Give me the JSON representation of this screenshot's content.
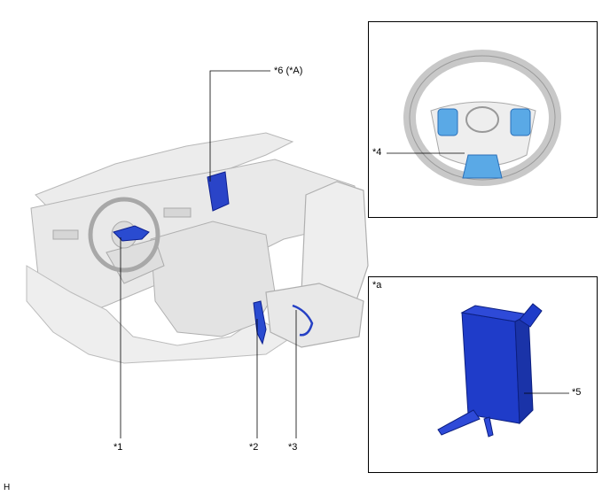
{
  "callouts": {
    "c1": "*1",
    "c2": "*2",
    "c3": "*3",
    "c4": "*4",
    "c5": "*5",
    "c6": "*6 (*A)",
    "ca": "*a"
  },
  "corner_label": "H",
  "colors": {
    "component_blue": "#1f3cc9",
    "component_light_blue": "#5aa9e6",
    "interior_gray": "#e6e6e6",
    "outline_gray": "#b4b4b4"
  }
}
